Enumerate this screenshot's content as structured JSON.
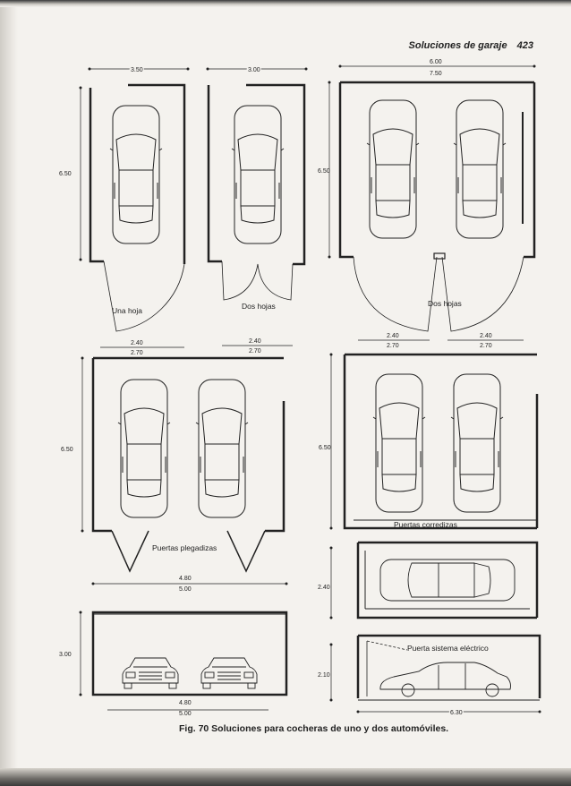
{
  "header": {
    "title": "Soluciones de garaje",
    "page_number": "423"
  },
  "caption": "Fig. 70 Soluciones para cocheras de uno y dos automóviles.",
  "dimensions": {
    "single_width_a": "3.50",
    "single_width_b": "3.00",
    "double_width_inner": "6.00",
    "double_width_outer": "7.50",
    "depth": "6.50",
    "door_a_top": "2.40",
    "door_a_bottom": "2.70",
    "elevation_width_inner": "4.80",
    "elevation_width_outer": "5.00",
    "elevation_height": "3.00",
    "side_width": "2.40",
    "side_height": "2.10",
    "side_length": "6.30"
  },
  "labels": {
    "una_hoja": "Una hoja",
    "dos_hojas": "Dos hojas",
    "puertas_plegadizas": "Puertas plegadizas",
    "puertas_corredizas": "Puertas corredizas",
    "puerta_sistema_electrico": "Puerta sistema eléctrico"
  }
}
